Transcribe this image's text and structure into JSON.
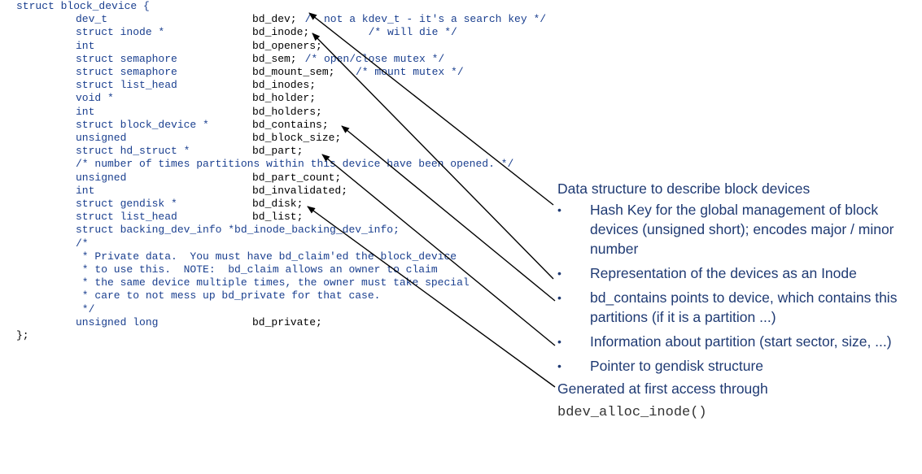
{
  "code": {
    "lines": [
      {
        "indent": 0,
        "tokens": [
          {
            "t": "type",
            "v": "struct block_device {"
          }
        ]
      },
      {
        "indent": 1,
        "tokens": [
          {
            "t": "type",
            "v": "dev_t"
          },
          {
            "t": "field",
            "v": "bd_dev;"
          },
          {
            "t": "comment",
            "v": "/* not a kdev_t - it's a search key */"
          }
        ]
      },
      {
        "indent": 1,
        "tokens": [
          {
            "t": "type",
            "v": "struct inode *"
          },
          {
            "t": "field",
            "v": "bd_inode;"
          },
          {
            "t": "comment",
            "v": "        /* will die */"
          }
        ]
      },
      {
        "indent": 1,
        "tokens": [
          {
            "t": "type",
            "v": "int"
          },
          {
            "t": "field",
            "v": "bd_openers;"
          }
        ]
      },
      {
        "indent": 1,
        "tokens": [
          {
            "t": "type",
            "v": "struct semaphore"
          },
          {
            "t": "field",
            "v": "bd_sem;"
          },
          {
            "t": "comment",
            "v": "/* open/close mutex */"
          }
        ]
      },
      {
        "indent": 1,
        "tokens": [
          {
            "t": "type",
            "v": "struct semaphore"
          },
          {
            "t": "field",
            "v": "bd_mount_sem;"
          },
          {
            "t": "comment",
            "v": "  /* mount mutex */"
          }
        ]
      },
      {
        "indent": 1,
        "tokens": [
          {
            "t": "type",
            "v": "struct list_head"
          },
          {
            "t": "field",
            "v": "bd_inodes;"
          }
        ]
      },
      {
        "indent": 1,
        "tokens": [
          {
            "t": "type",
            "v": "void *"
          },
          {
            "t": "field",
            "v": "bd_holder;"
          }
        ]
      },
      {
        "indent": 1,
        "tokens": [
          {
            "t": "type",
            "v": "int"
          },
          {
            "t": "field",
            "v": "bd_holders;"
          }
        ]
      },
      {
        "indent": 1,
        "tokens": [
          {
            "t": "type",
            "v": "struct block_device *"
          },
          {
            "t": "field",
            "v": "bd_contains;"
          }
        ]
      },
      {
        "indent": 1,
        "tokens": [
          {
            "t": "type",
            "v": "unsigned"
          },
          {
            "t": "field",
            "v": "bd_block_size;"
          }
        ]
      },
      {
        "indent": 1,
        "tokens": [
          {
            "t": "type",
            "v": "struct hd_struct *"
          },
          {
            "t": "field",
            "v": "bd_part;"
          }
        ]
      },
      {
        "indent": 1,
        "tokens": [
          {
            "t": "comment",
            "v": "/* number of times partitions within this device have been opened. */"
          }
        ]
      },
      {
        "indent": 1,
        "tokens": [
          {
            "t": "type",
            "v": "unsigned"
          },
          {
            "t": "field",
            "v": "bd_part_count;"
          }
        ]
      },
      {
        "indent": 1,
        "tokens": [
          {
            "t": "type",
            "v": "int"
          },
          {
            "t": "field",
            "v": "bd_invalidated;"
          }
        ]
      },
      {
        "indent": 1,
        "tokens": [
          {
            "t": "type",
            "v": "struct gendisk *"
          },
          {
            "t": "field",
            "v": "bd_disk;"
          }
        ]
      },
      {
        "indent": 1,
        "tokens": [
          {
            "t": "type",
            "v": "struct list_head"
          },
          {
            "t": "field",
            "v": "bd_list;"
          }
        ]
      },
      {
        "indent": 1,
        "tokens": [
          {
            "t": "type",
            "v": "struct backing_dev_info *bd_inode_backing_dev_info;"
          }
        ]
      },
      {
        "indent": 1,
        "tokens": [
          {
            "t": "comment",
            "v": "/*"
          }
        ]
      },
      {
        "indent": 1,
        "tokens": [
          {
            "t": "comment",
            "v": " * Private data.  You must have bd_claim'ed the block_device"
          }
        ]
      },
      {
        "indent": 1,
        "tokens": [
          {
            "t": "comment",
            "v": " * to use this.  NOTE:  bd_claim allows an owner to claim"
          }
        ]
      },
      {
        "indent": 1,
        "tokens": [
          {
            "t": "comment",
            "v": " * the same device multiple times, the owner must take special"
          }
        ]
      },
      {
        "indent": 1,
        "tokens": [
          {
            "t": "comment",
            "v": " * care to not mess up bd_private for that case."
          }
        ]
      },
      {
        "indent": 1,
        "tokens": [
          {
            "t": "comment",
            "v": " */"
          }
        ]
      },
      {
        "indent": 1,
        "tokens": [
          {
            "t": "type",
            "v": "unsigned long"
          },
          {
            "t": "field",
            "v": "bd_private;"
          }
        ]
      },
      {
        "indent": 0,
        "tokens": [
          {
            "t": "punct",
            "v": "};"
          }
        ]
      }
    ]
  },
  "annotation": {
    "heading": "Data structure to describe block devices",
    "bullet_glyph": "•",
    "bullets": [
      "Hash Key for the global management of block devices (unsigned short); encodes major / minor number",
      "Representation of the devices as an Inode",
      "bd_contains points to device, which contains this partitions (if it is a partition ...)",
      "Information about partition (start sector, size, ...)",
      "Pointer to gendisk structure"
    ],
    "footer": "Generated at first access through",
    "footer_code": "bdev_alloc_inode()"
  },
  "colors": {
    "code_type": "#1a3f8f",
    "code_field": "#000000",
    "annotation_text": "#1f3a73",
    "arrow": "#000000"
  }
}
